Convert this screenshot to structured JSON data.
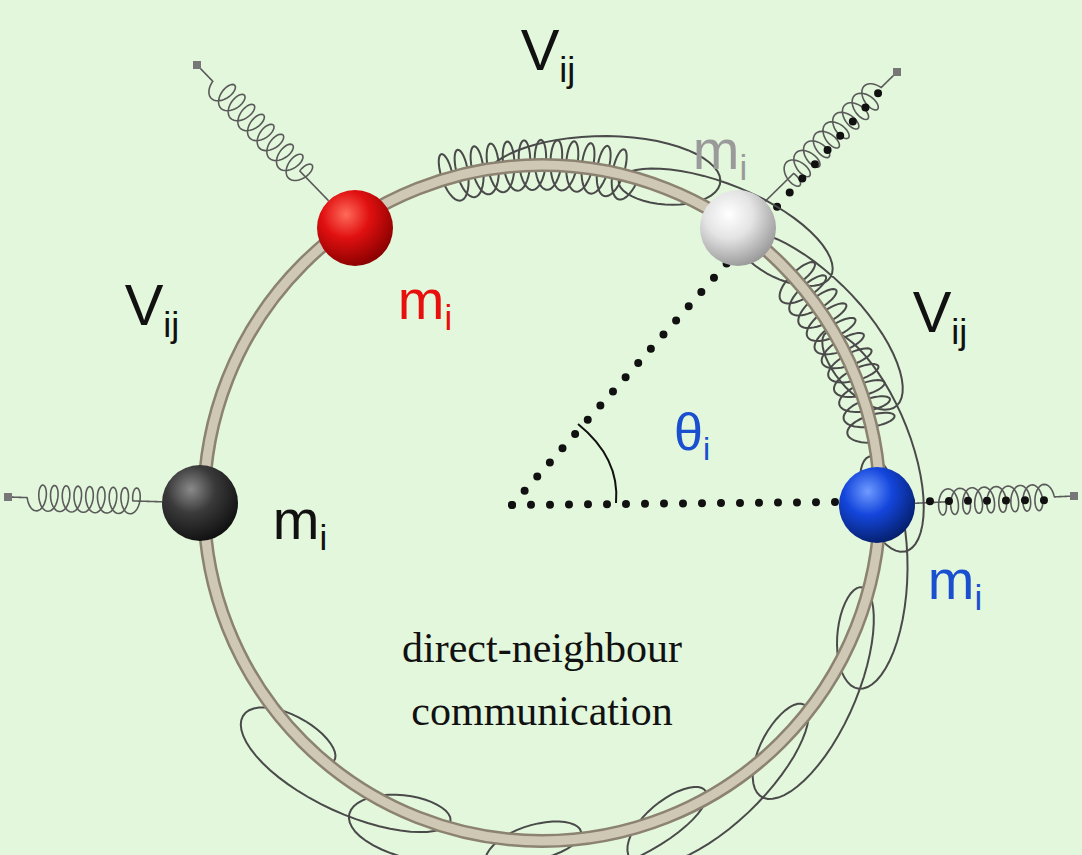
{
  "diagram": {
    "nodes": [
      {
        "text": [
          "direct-neighbour communication"
        ]
      },
      {
        "text": [
          "mi"
        ]
      },
      {
        "text": [
          "mi"
        ]
      },
      {
        "text": [
          "mi"
        ]
      },
      {
        "text": [
          "mi"
        ]
      }
    ],
    "edges": [
      {
        "from": 1,
        "to": 2,
        "arrow": "none",
        "label": "Vij"
      },
      {
        "from": 1,
        "to": 3,
        "arrow": "none",
        "label": "Vij"
      },
      {
        "from": 2,
        "to": 4,
        "arrow": "none",
        "label": "Vij"
      }
    ],
    "labels": [
      "θi"
    ]
  }
}
